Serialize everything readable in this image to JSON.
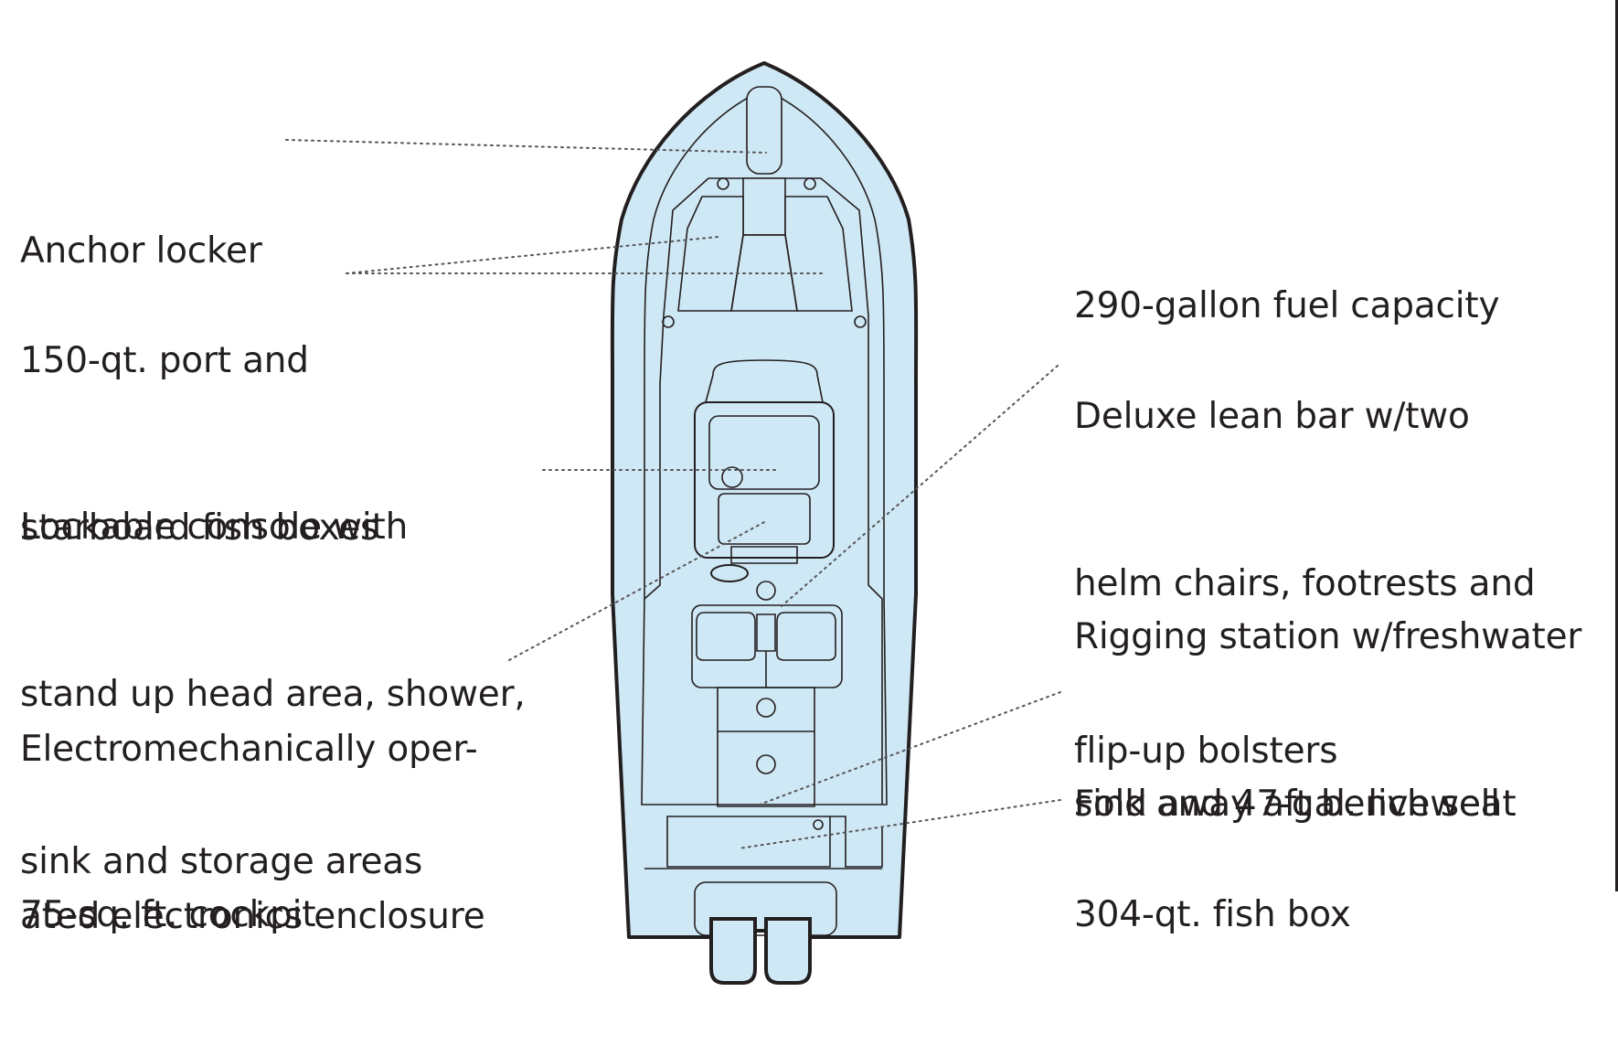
{
  "diagram": {
    "colors": {
      "hull_fill": "#cfe8f5",
      "outline": "#231f20",
      "leader": "#555555",
      "text": "#231f20"
    },
    "labels_left": [
      {
        "id": "anchor-locker",
        "lines": [
          "Anchor locker"
        ]
      },
      {
        "id": "fish-boxes",
        "lines": [
          "150-qt. port and",
          "starboard fish boxes"
        ]
      },
      {
        "id": "console",
        "lines": [
          "Lockable console with",
          "stand up head area, shower,",
          "sink and storage areas"
        ]
      },
      {
        "id": "electronics",
        "lines": [
          "Electromechanically oper-",
          "ated electronics enclosure"
        ]
      },
      {
        "id": "cockpit",
        "lines": [
          "75-sq. ft. cockpit"
        ]
      }
    ],
    "labels_right": [
      {
        "id": "fuel",
        "lines": [
          "290-gallon fuel capacity"
        ]
      },
      {
        "id": "lean-bar",
        "lines": [
          "Deluxe lean bar w/two",
          "helm chairs, footrests and",
          "flip-up bolsters"
        ]
      },
      {
        "id": "rigging",
        "lines": [
          "Rigging station w/freshwater",
          "sink and 47-gal. livewell"
        ]
      },
      {
        "id": "bench",
        "lines": [
          "Fold away aft bench seat"
        ]
      },
      {
        "id": "aft-fish-box",
        "lines": [
          "304-qt. fish box"
        ]
      }
    ]
  }
}
